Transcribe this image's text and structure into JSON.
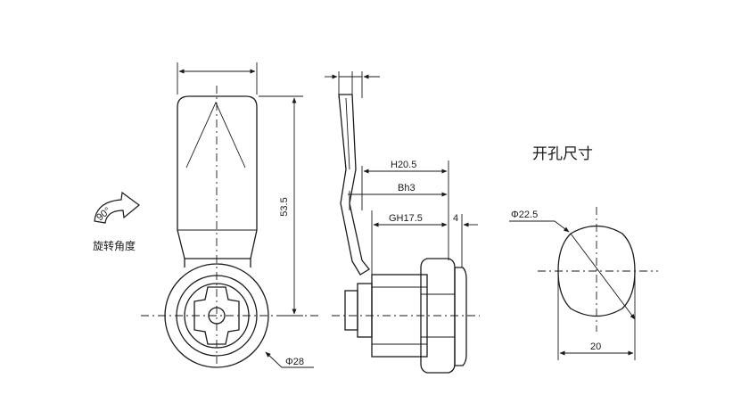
{
  "labels": {
    "width_top": "",
    "length": "53.5",
    "rotation_angle_value": "90°",
    "rotation_angle_caption": "旋转角度",
    "face_diameter": "Φ28",
    "h_dim": "H20.5",
    "b_dim": "Bh3",
    "g_dim": "GH17.5",
    "thread_len": "4",
    "cutout_title": "开孔尺寸",
    "cutout_diameter": "Φ22.5",
    "cutout_width": "20"
  },
  "colors": {
    "ink": "#1a1a1a",
    "background": "#ffffff"
  }
}
